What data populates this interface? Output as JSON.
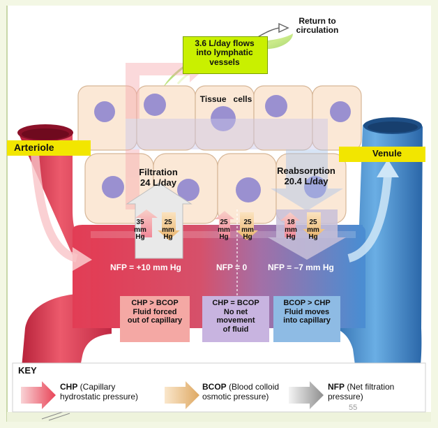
{
  "labels": {
    "return": "Return to\ncirculation",
    "lymph": "3.6 L/day flows\ninto lymphatic\nvessels",
    "tissue_cells": "Tissue   cells",
    "arteriole": "Arteriole",
    "venule": "Venule",
    "filtration": "Filtration\n24 L/day",
    "reabsorption": "Reabsorption\n20.4 L/day"
  },
  "pressures": {
    "left_chp": "35\nmm\nHg",
    "left_bcop": "25\nmm\nHg",
    "mid_chp": "25\nmm\nHg",
    "mid_bcop": "25\nmm\nHg",
    "right_chp": "18\nmm\nHg",
    "right_bcop": "25\nmm\nHg"
  },
  "nfp": {
    "left": "NFP = +10 mm Hg",
    "mid": "NFP = 0",
    "right": "NFP = –7 mm Hg"
  },
  "boxes": {
    "left": "CHP > BCOP\nFluid forced\nout of capillary",
    "mid": "CHP = BCOP\nNo net\nmovement\nof fluid",
    "right": "BCOP > CHP\nFluid moves\ninto capillary"
  },
  "key": {
    "title": "KEY",
    "chp_abbr": "CHP",
    "chp_text": " (Capillary\nhydrostatic pressure)",
    "bcop_abbr": "BCOP",
    "bcop_text": " (Blood colloid\nosmotic pressure)",
    "nfp_abbr": "NFP",
    "nfp_text": " (Net filtration\npressure)"
  },
  "page_number": "55",
  "colors": {
    "background": "#f3f7e4",
    "arterial_red": "#e8475a",
    "venous_blue": "#4a8fd0",
    "highlight_yellow": "#f2e600",
    "lymph_green": "#9ed83a",
    "chp_box": "#f4a8a4",
    "equal_box": "#c8b4e0",
    "bcop_box": "#8ebbe4"
  }
}
